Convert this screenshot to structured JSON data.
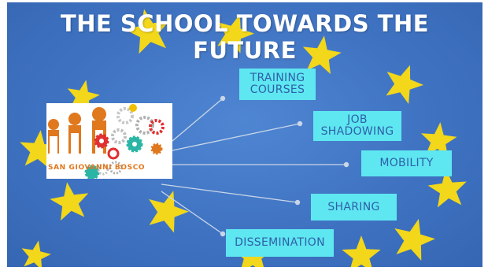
{
  "title": "THE SCHOOL TOWARDS THE FUTURE",
  "colors": {
    "background": "#3f73c2",
    "star": "#f2d71a",
    "box": "#5ee7f1",
    "box_text": "#2f5fa8",
    "logo_orange": "#e0781e"
  },
  "logo": {
    "text": "SAN GIOVANNI BOSCO"
  },
  "topics": [
    {
      "label": "TRAINING\nCOURSES"
    },
    {
      "label": "JOB\nSHADOWING"
    },
    {
      "label": "MOBILITY"
    },
    {
      "label": "SHARING"
    },
    {
      "label": "DISSEMINATION"
    }
  ]
}
